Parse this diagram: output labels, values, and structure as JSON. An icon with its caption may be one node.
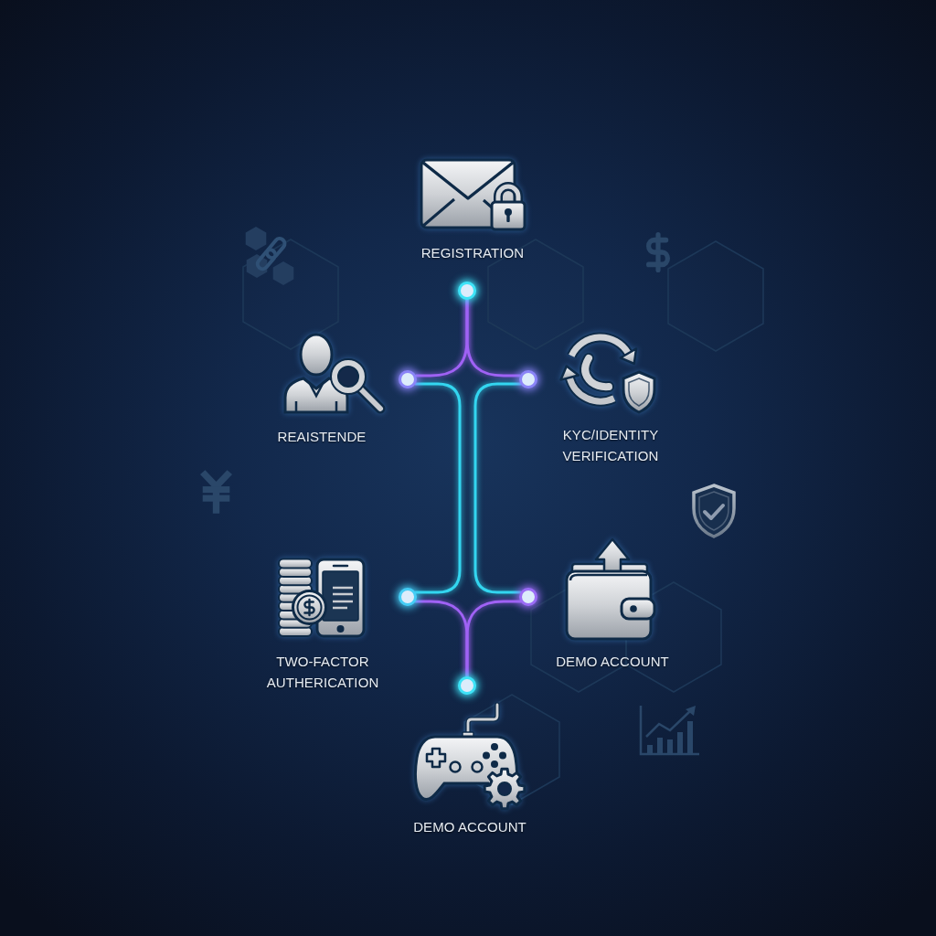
{
  "diagram": {
    "nodes": [
      {
        "text": [
          "REGISTRATION"
        ]
      },
      {
        "text": [],
        "shape": "circle"
      },
      {
        "text": [
          "REAISTENDE"
        ]
      },
      {
        "text": [],
        "shape": "circle"
      },
      {
        "text": [],
        "shape": "circle"
      },
      {
        "text": [
          "KYC/IDENTITY VERIFICATION"
        ]
      },
      {
        "text": [
          "TWO-FACTOR AUTHERICATION"
        ]
      },
      {
        "text": [],
        "shape": "circle"
      },
      {
        "text": [],
        "shape": "circle"
      },
      {
        "text": [
          "DEMO ACCOUNT"
        ]
      },
      {
        "text": [],
        "shape": "circle"
      },
      {
        "text": [
          "DEMO ACCOUNT"
        ]
      }
    ],
    "edges": [
      {
        "from": 1,
        "to": 3,
        "arrow": "none"
      },
      {
        "from": 1,
        "to": 4,
        "arrow": "none"
      },
      {
        "from": 3,
        "to": 7,
        "arrow": "none",
        "color": "#33d6f0"
      },
      {
        "from": 4,
        "to": 8,
        "arrow": "none",
        "color": "#33d6f0"
      },
      {
        "from": 7,
        "to": 10,
        "arrow": "none"
      },
      {
        "from": 8,
        "to": 10,
        "arrow": "none"
      }
    ]
  }
}
